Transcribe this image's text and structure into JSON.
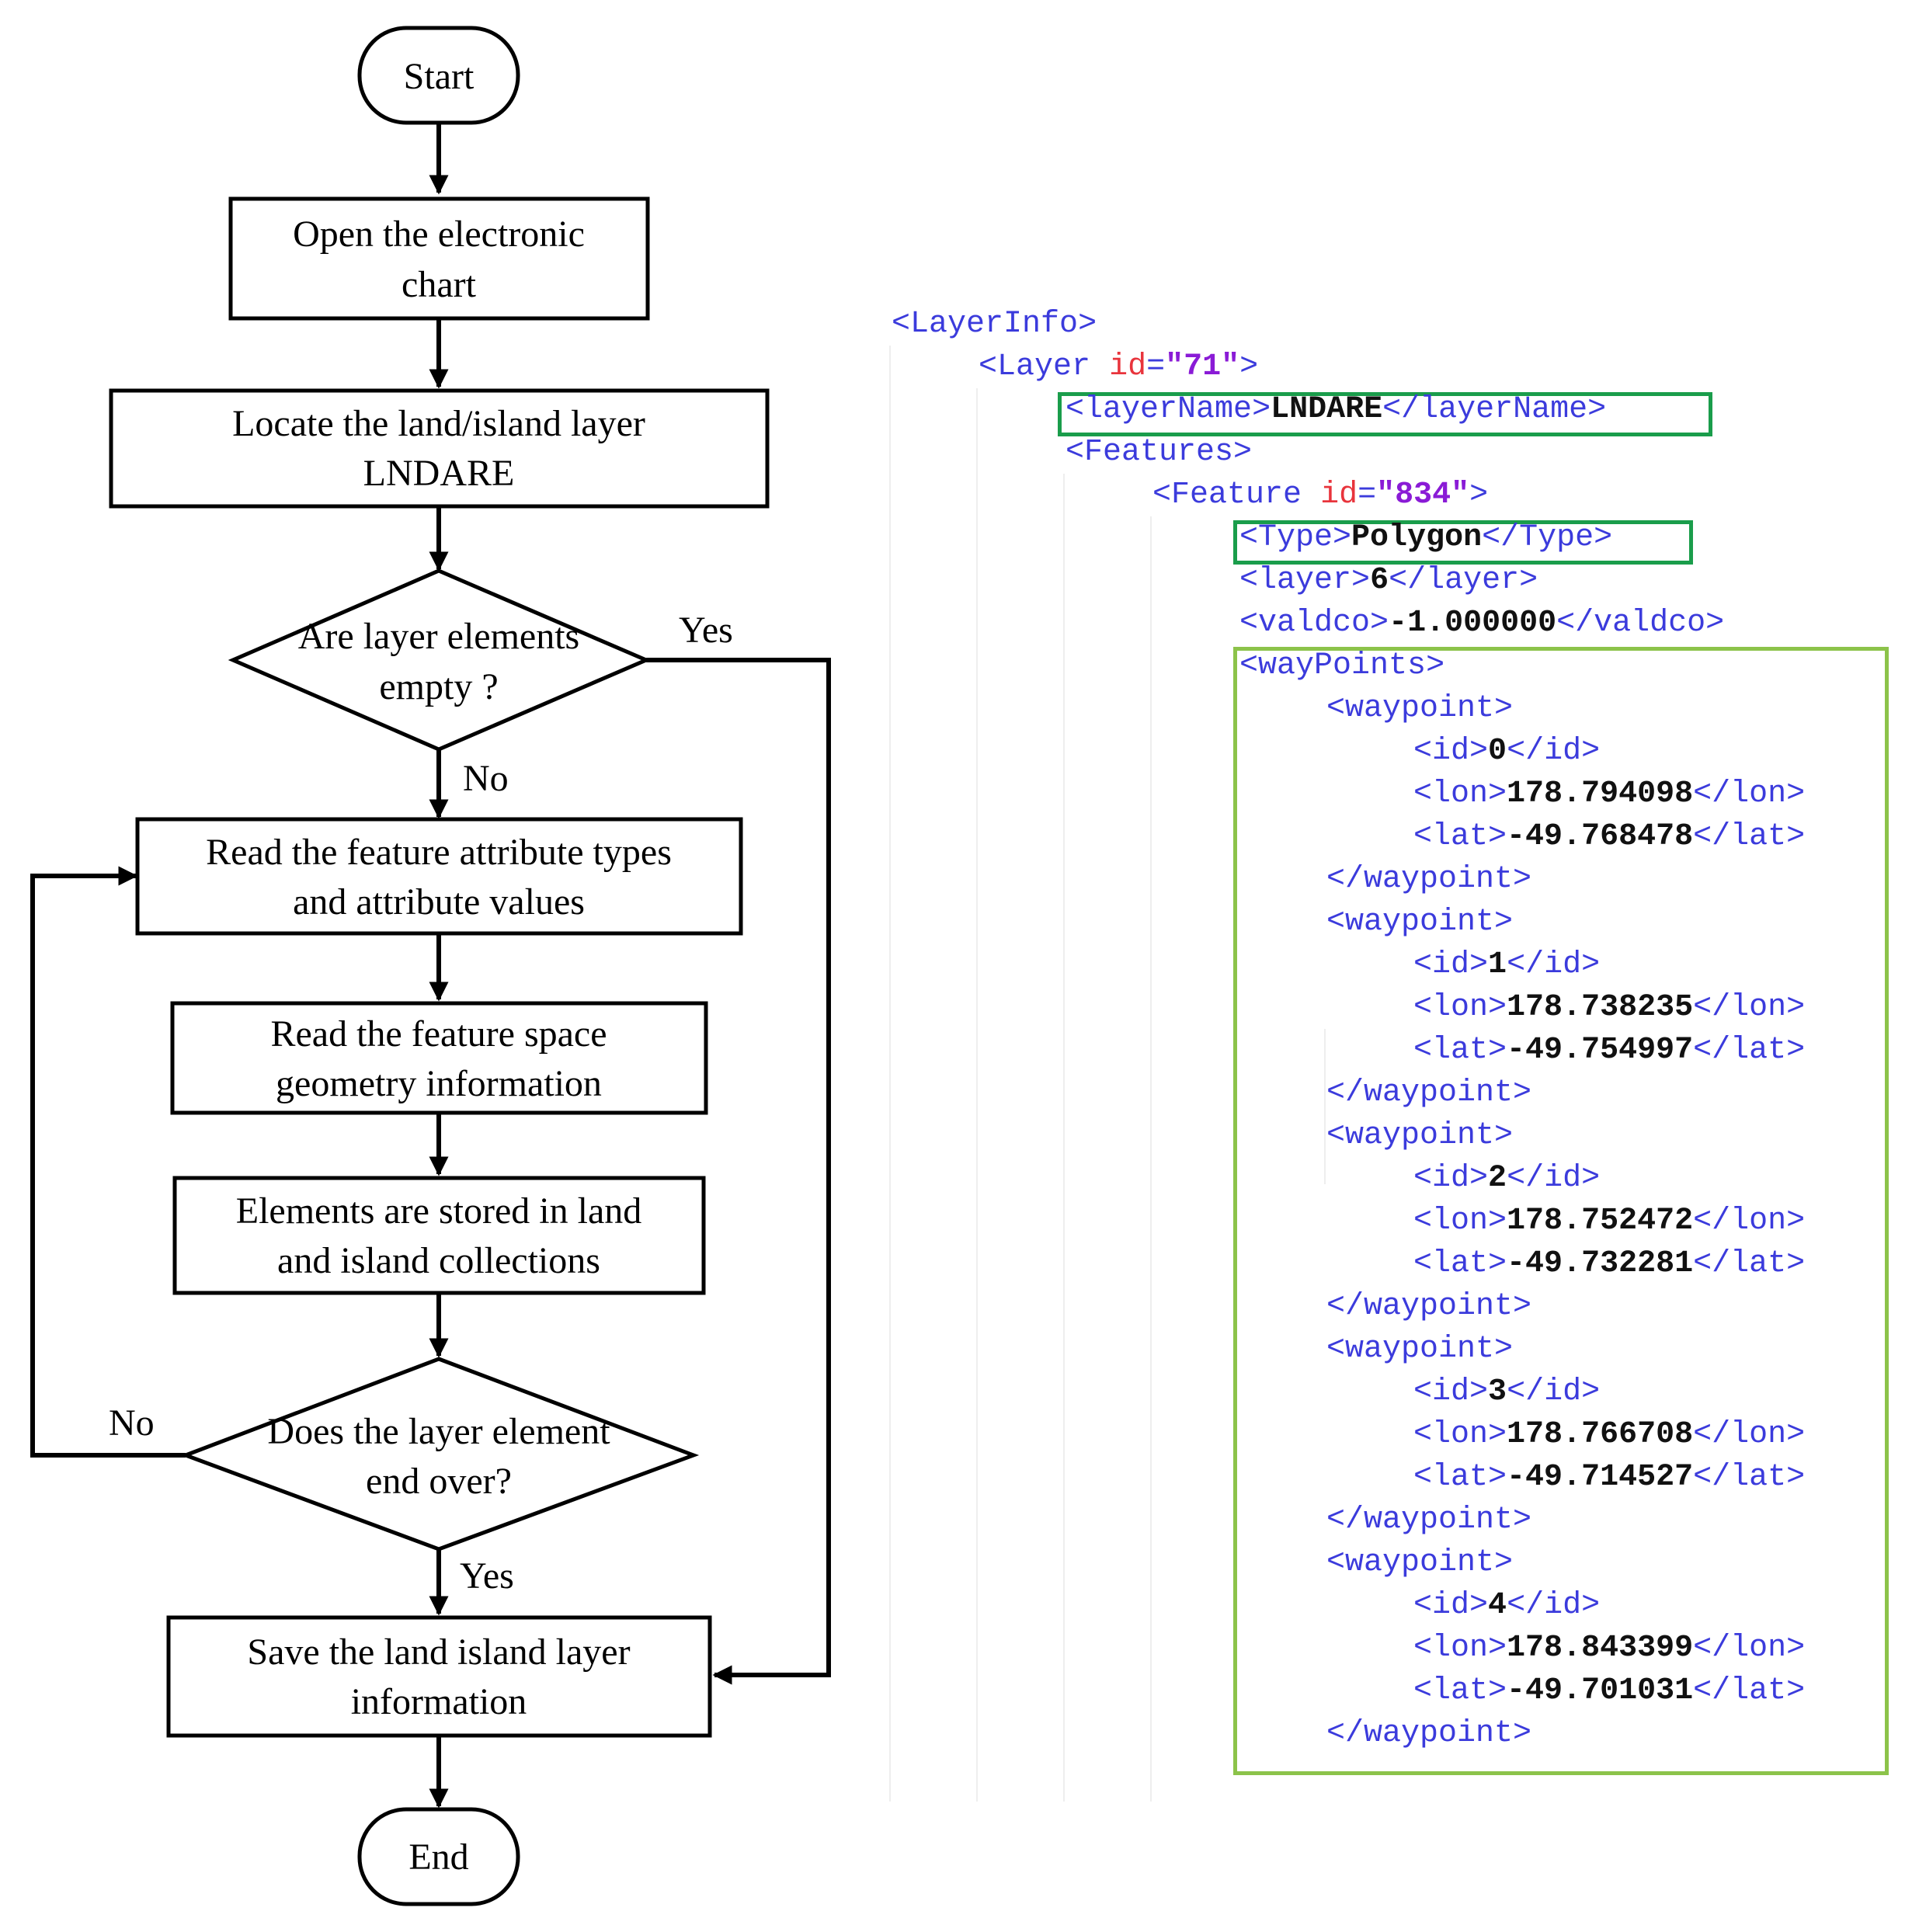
{
  "flowchart": {
    "start": "Start",
    "end": "End",
    "open_chart": [
      "Open the electronic",
      "chart"
    ],
    "locate_layer": [
      "Locate the land/island layer",
      "LNDARE"
    ],
    "empty_check": [
      "Are layer elements",
      "empty ?"
    ],
    "read_attributes": [
      "Read the feature attribute types",
      "and attribute values"
    ],
    "read_geometry": [
      "Read the feature space",
      "geometry information"
    ],
    "store_elements": [
      "Elements are stored in land",
      "and island collections"
    ],
    "end_check": [
      "Does the layer element",
      "end over?"
    ],
    "save_layer": [
      "Save the land island layer",
      "information"
    ],
    "labels": {
      "empty_yes": "Yes",
      "empty_no": "No",
      "end_no": "No",
      "end_yes": "Yes"
    }
  },
  "xml": {
    "layer_info": "LayerInfo",
    "layer_tag": "Layer",
    "layer_attr": "id",
    "layer_id": "71",
    "layer_name_tag": "layerName",
    "layer_name": "LNDARE",
    "features_tag": "Features",
    "feature_tag": "Feature",
    "feature_attr": "id",
    "feature_id": "834",
    "type_tag": "Type",
    "type": "Polygon",
    "layer_num_tag": "layer",
    "layer_num": "6",
    "valdco_tag": "valdco",
    "valdco": "-1.000000",
    "waypoints_tag": "wayPoints",
    "waypoint_tag": "waypoint",
    "id_tag": "id",
    "lon_tag": "lon",
    "lat_tag": "lat",
    "waypoints": [
      {
        "id": "0",
        "lon": "178.794098",
        "lat": "-49.768478"
      },
      {
        "id": "1",
        "lon": "178.738235",
        "lat": "-49.754997"
      },
      {
        "id": "2",
        "lon": "178.752472",
        "lat": "-49.732281"
      },
      {
        "id": "3",
        "lon": "178.766708",
        "lat": "-49.714527"
      },
      {
        "id": "4",
        "lon": "178.843399",
        "lat": "-49.701031"
      }
    ]
  },
  "colors": {
    "tag": "#3b3bdc",
    "attr_name": "#e8343c",
    "attr_value": "#8a1bd6",
    "highlight_dark": "#1a9d4b",
    "highlight_light": "#8cc34a"
  }
}
